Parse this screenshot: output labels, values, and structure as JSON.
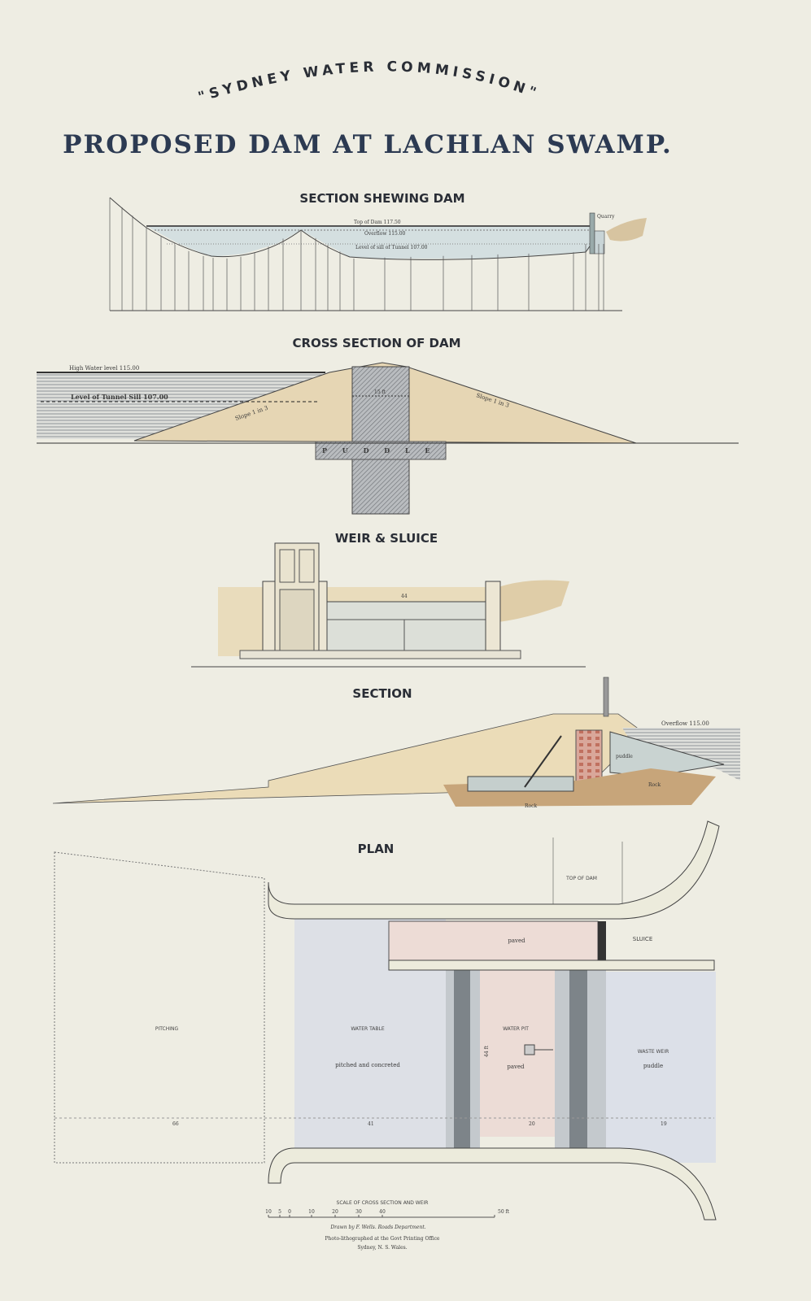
{
  "header": {
    "commission": "\"SYDNEY WATER COMMISSION\"",
    "title": "PROPOSED DAM AT LACHLAN SWAMP."
  },
  "section_shewing_dam": {
    "heading": "SECTION SHEWING DAM",
    "top_of_dam": "Top of Dam 117.50",
    "overflow": "Overflow 115.00",
    "tunnel_sill": "Level of sill of Tunnel 107.00",
    "quarry": "Quarry"
  },
  "cross_section": {
    "heading": "CROSS SECTION OF DAM",
    "high_water": "High Water level 115.00",
    "tunnel_sill": "Level of Tunnel Sill 107.00",
    "slope_left": "Slope 1 in 3",
    "slope_right": "Slope 1 in 3",
    "core_width": "15 ft",
    "puddle": "P U D D L E"
  },
  "weir_sluice": {
    "heading": "WEIR & SLUICE",
    "width": "44"
  },
  "section": {
    "heading": "SECTION",
    "overflow": "Overflow 115.00",
    "puddle": "puddle",
    "rock_right": "Rock",
    "rock_bottom": "Rock"
  },
  "plan": {
    "heading": "PLAN",
    "top_of_dam": "TOP OF DAM",
    "paved_top": "paved",
    "sluice": "SLUICE",
    "pitching": "PITCHING",
    "water_table": "WATER TABLE",
    "water_table_note": "pitched and concreted",
    "water_pit": "WATER PIT",
    "water_pit_note": "paved",
    "waste_weir": "WASTE WEIR",
    "waste_weir_note": "puddle",
    "dim_pitching": "66",
    "dim_water_table": "41",
    "dim_pit": "20",
    "dim_weir": "19",
    "dim_height": "44 ft"
  },
  "scale": {
    "title": "SCALE OF CROSS SECTION AND WEIR",
    "ticks": [
      "10",
      "5",
      "0",
      "10",
      "20",
      "30",
      "40",
      "50 ft"
    ]
  },
  "credits": {
    "drawn_by": "Drawn by F. Wells. Roads Department.",
    "printed": "Photo-lithographed at the Govt Printing Office",
    "place": "Sydney, N. S. Wales."
  }
}
